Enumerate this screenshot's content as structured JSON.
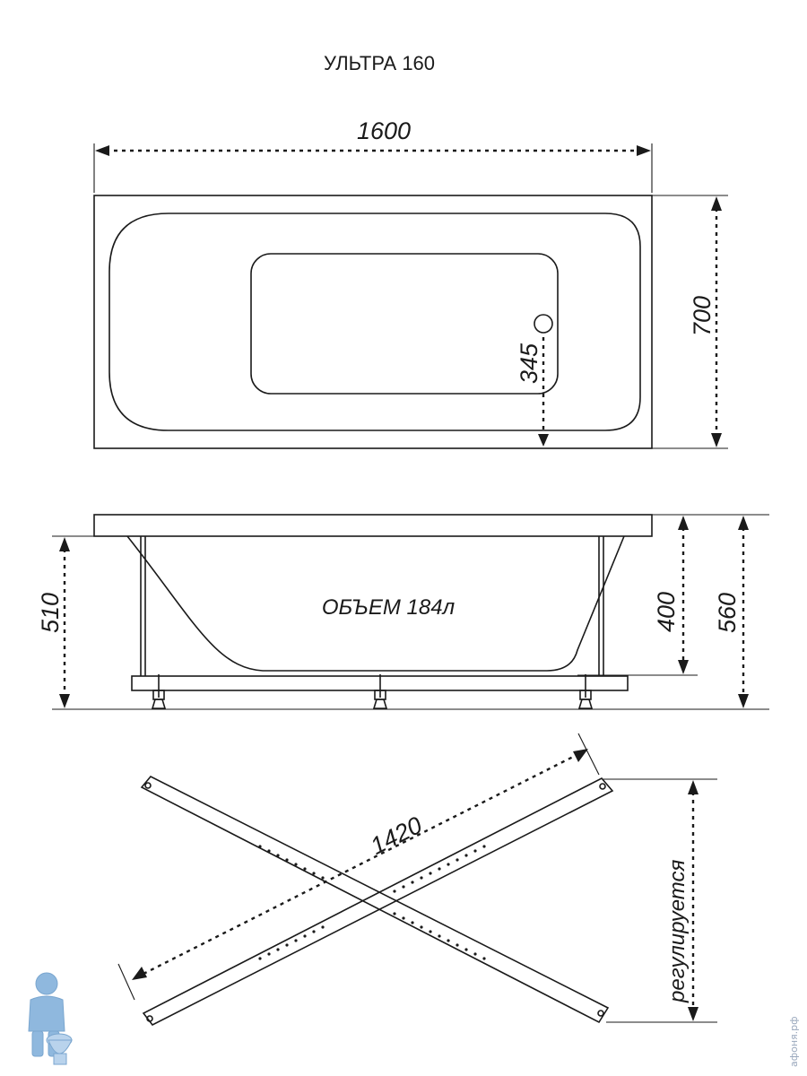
{
  "title": "УЛЬТРА 160",
  "top_view": {
    "length_label": "1600",
    "width_label": "700",
    "drain_offset_label": "345"
  },
  "side_view": {
    "volume_label": "ОБЪЕМ 184л",
    "left_height_label": "510",
    "inner_depth_label": "400",
    "total_height_label": "560"
  },
  "frame_view": {
    "length_label": "1420",
    "adjustable_label": "регулируется"
  },
  "watermark": "афоня.рф",
  "colors": {
    "line": "#1a1a1a",
    "mascot": "#8fb8de",
    "background": "#ffffff"
  }
}
